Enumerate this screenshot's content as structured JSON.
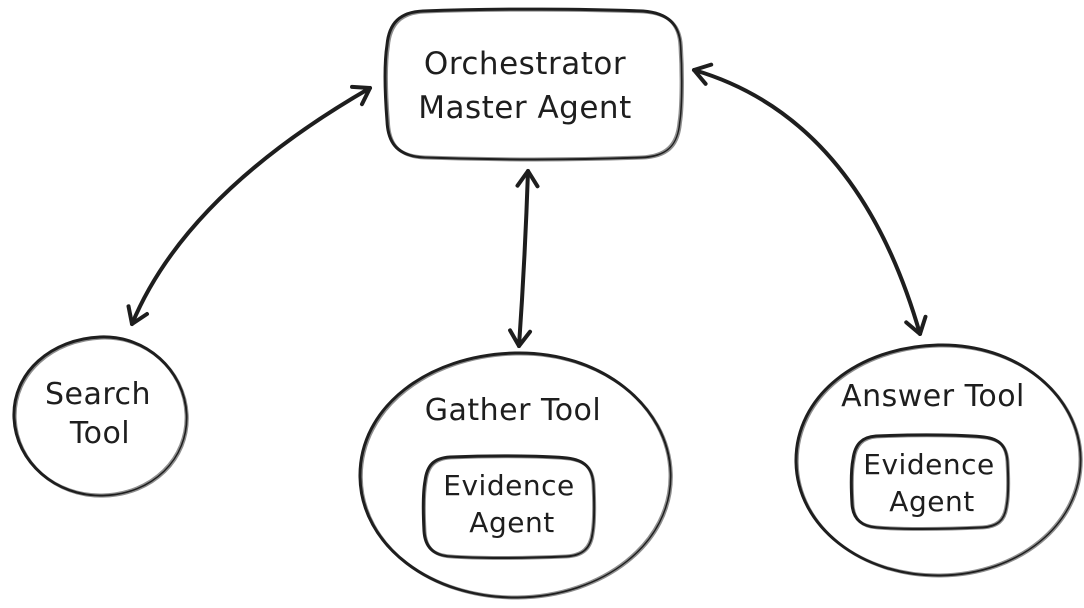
{
  "canvas": {
    "background": "#ffffff",
    "stroke_color": "#1e1e1e",
    "style": "hand-drawn-sketch"
  },
  "nodes": {
    "orchestrator": {
      "shape": "rounded-rectangle",
      "label_line1": "Orchestrator",
      "label_line2": "Master Agent"
    },
    "search_tool": {
      "shape": "circle",
      "label_line1": "Search",
      "label_line2": "Tool"
    },
    "gather_tool": {
      "shape": "ellipse",
      "label": "Gather Tool",
      "child": {
        "shape": "rounded-rectangle",
        "label_line1": "Evidence",
        "label_line2": "Agent"
      }
    },
    "answer_tool": {
      "shape": "ellipse",
      "label": "Answer Tool",
      "child": {
        "shape": "rounded-rectangle",
        "label_line1": "Evidence",
        "label_line2": "Agent"
      }
    }
  },
  "edges": [
    {
      "from": "orchestrator",
      "to": "search_tool",
      "type": "bidirectional-arrow"
    },
    {
      "from": "orchestrator",
      "to": "gather_tool",
      "type": "bidirectional-arrow"
    },
    {
      "from": "orchestrator",
      "to": "answer_tool",
      "type": "bidirectional-arrow"
    }
  ]
}
